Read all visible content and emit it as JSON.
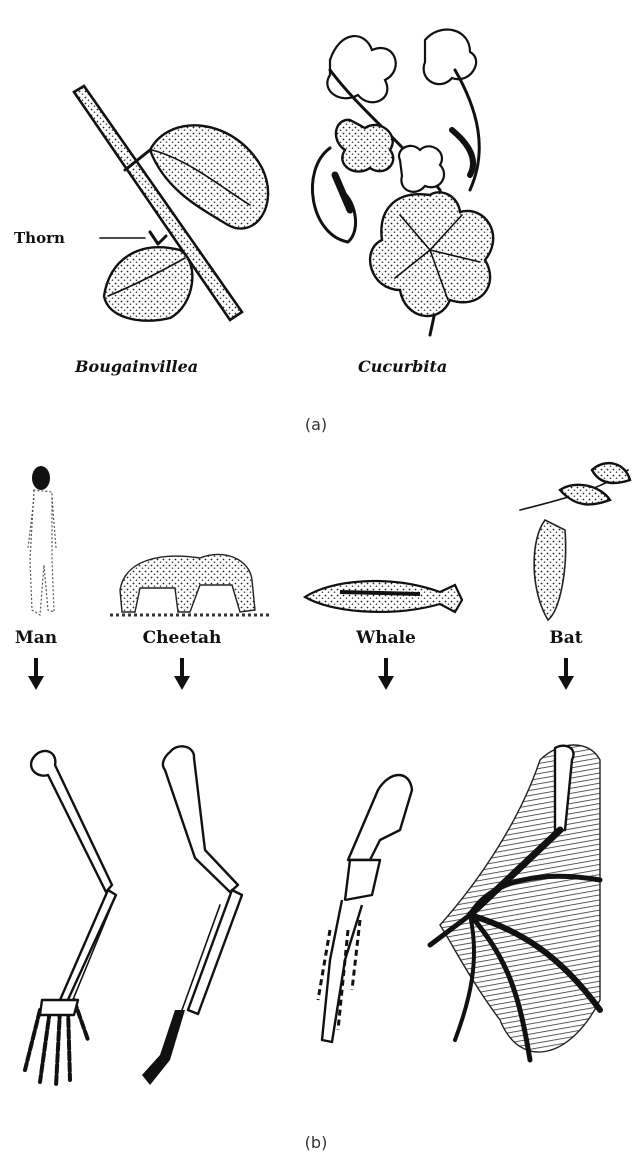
{
  "panel_a": {
    "thorn_label": "Thorn",
    "plant_left": "Bougainvillea",
    "plant_right": "Cucurbita",
    "caption": "(a)"
  },
  "panel_b": {
    "animals": [
      "Man",
      "Cheetah",
      "Whale",
      "Bat"
    ],
    "caption": "(b)"
  },
  "icons": {
    "arrow": "down-arrow-icon"
  }
}
